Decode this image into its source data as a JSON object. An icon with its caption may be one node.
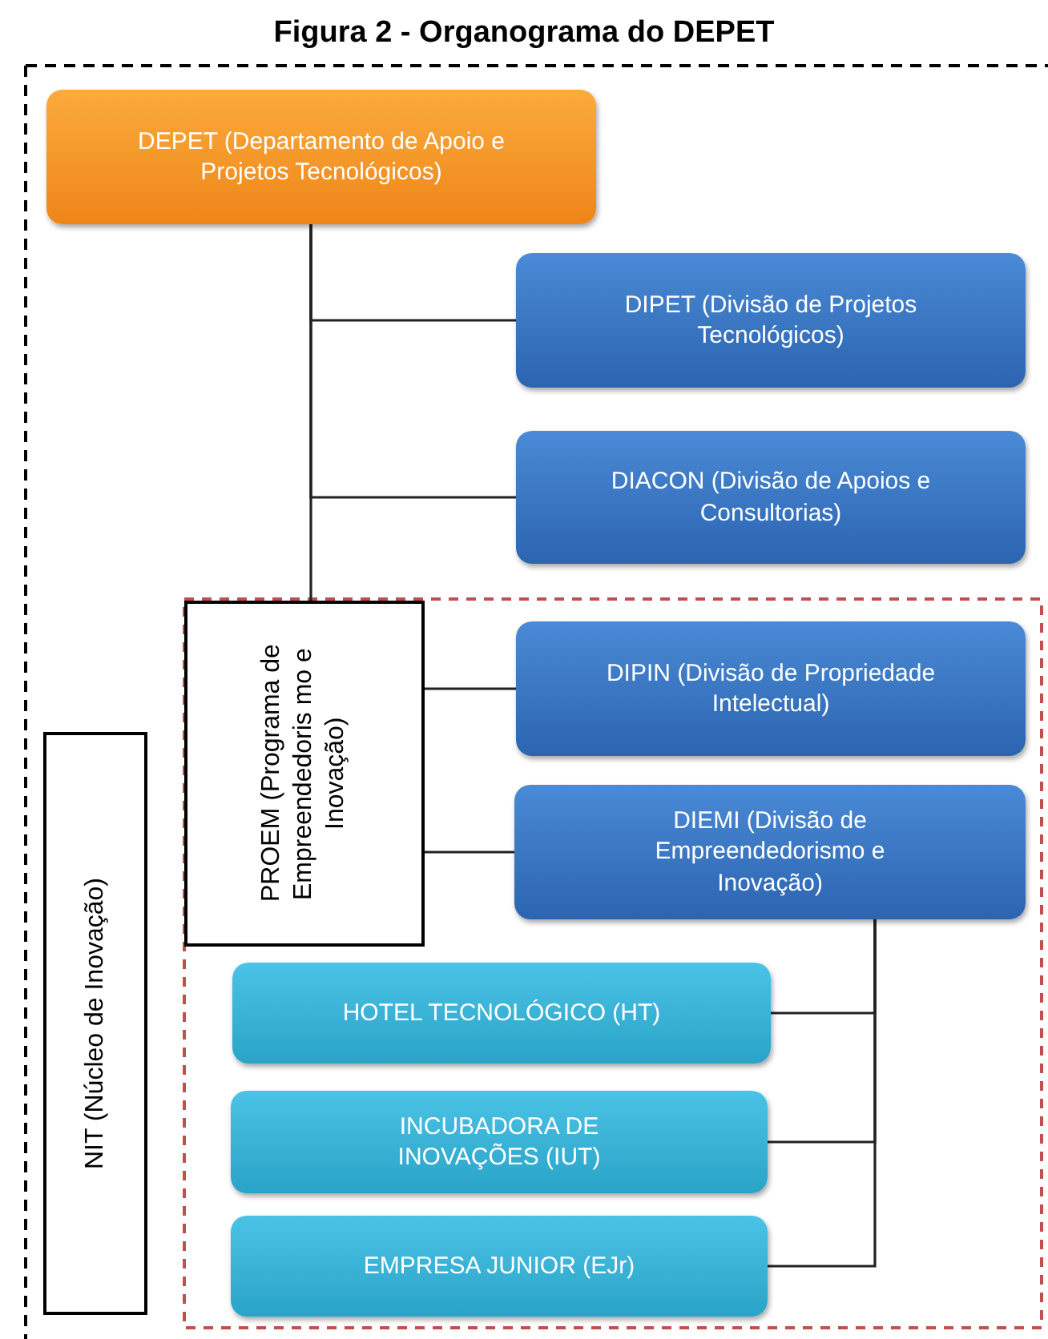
{
  "diagram": {
    "title": "Figura 2 - Organograma do DEPET",
    "nodes": [
      {
        "text": [
          "DEPET (Departamento de Apoio e Projetos Tecnológicos)"
        ]
      },
      {
        "text": [
          "DIPET (Divisão de Projetos Tecnológicos)"
        ]
      },
      {
        "text": [
          "DIACON (Divisão de Apoios e Consultorias)"
        ]
      },
      {
        "text": [
          "PROEM (Programa de Empreendedoris mo e Inovação)"
        ]
      },
      {
        "text": [
          "DIPIN (Divisão de Propriedade Intelectual)"
        ]
      },
      {
        "text": [
          "DIEMI (Divisão de Empreendedorismo e Inovação)"
        ]
      },
      {
        "text": [
          "HOTEL TECNOLÓGICO (HT)"
        ]
      },
      {
        "text": [
          "INCUBADORA DE INOVAÇÕES (IUT)"
        ]
      },
      {
        "text": [
          "EMPRESA JUNIOR (EJr)"
        ]
      },
      {
        "text": [
          "NIT (Núcleo de Inovação)"
        ]
      }
    ],
    "edges": [
      {
        "from": 0,
        "to": 1,
        "arrow": "none"
      },
      {
        "from": 0,
        "to": 2,
        "arrow": "none"
      },
      {
        "from": 0,
        "to": 3,
        "arrow": "none"
      },
      {
        "from": 3,
        "to": 4,
        "arrow": "none"
      },
      {
        "from": 3,
        "to": 5,
        "arrow": "none"
      },
      {
        "from": 5,
        "to": 6,
        "arrow": "none"
      },
      {
        "from": 5,
        "to": 7,
        "arrow": "none"
      },
      {
        "from": 5,
        "to": 8,
        "arrow": "none"
      }
    ]
  }
}
